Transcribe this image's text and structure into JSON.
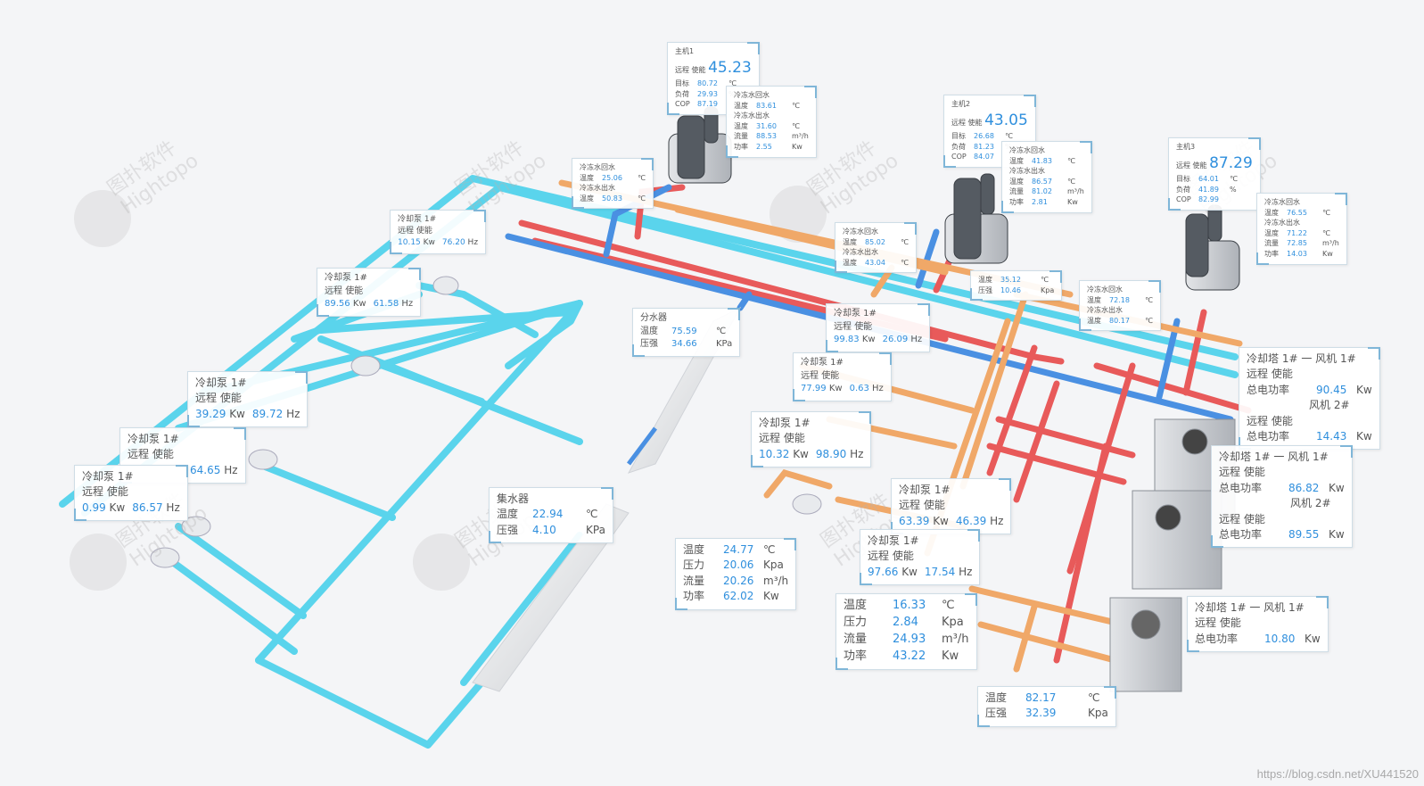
{
  "chillers": [
    {
      "name": "主机1",
      "mode": "远程",
      "enable": "使能",
      "big": "45.23",
      "target_label": "目标",
      "target": "80.72",
      "target_unit": "℃",
      "load_label": "负荷",
      "load": "29.93",
      "load_unit": "%",
      "cop_label": "COP",
      "cop": "87.19"
    },
    {
      "name": "主机2",
      "mode": "远程",
      "enable": "使能",
      "big": "43.05",
      "target_label": "目标",
      "target": "26.68",
      "target_unit": "℃",
      "load_label": "负荷",
      "load": "81.23",
      "load_unit": "%",
      "cop_label": "COP",
      "cop": "84.07"
    },
    {
      "name": "主机3",
      "mode": "远程",
      "enable": "使能",
      "big": "87.29",
      "target_label": "目标",
      "target": "64.01",
      "target_unit": "℃",
      "load_label": "负荷",
      "load": "41.89",
      "load_unit": "%",
      "cop_label": "COP",
      "cop": "82.99"
    }
  ],
  "chiller_water": [
    {
      "return_title": "冷冻水回水",
      "t_label": "温度",
      "return_temp": "83.61",
      "t_unit": "℃",
      "out_title": "冷冻水出水",
      "out_temp": "31.60",
      "f_label": "流量",
      "flow": "88.53",
      "f_unit": "m³/h",
      "p_label": "功率",
      "power": "2.55",
      "p_unit": "Kw"
    },
    {
      "return_title": "冷冻水回水",
      "t_label": "温度",
      "return_temp": "41.83",
      "t_unit": "℃",
      "out_title": "冷冻水出水",
      "out_temp": "86.57",
      "f_label": "流量",
      "flow": "81.02",
      "f_unit": "m³/h",
      "p_label": "功率",
      "power": "2.81",
      "p_unit": "Kw"
    },
    {
      "return_title": "冷冻水回水",
      "t_label": "温度",
      "return_temp": "76.55",
      "t_unit": "℃",
      "out_title": "冷冻水出水",
      "out_temp": "71.22",
      "f_label": "流量",
      "flow": "72.85",
      "f_unit": "m³/h",
      "p_label": "功率",
      "power": "14.03",
      "p_unit": "Kw"
    }
  ],
  "pipe_temps": [
    {
      "return_title": "冷冻水回水",
      "t_label": "温度",
      "return_temp": "25.06",
      "t_unit": "℃",
      "out_title": "冷冻水出水",
      "out_temp": "50.83"
    },
    {
      "return_title": "冷冻水回水",
      "t_label": "温度",
      "return_temp": "85.02",
      "t_unit": "℃",
      "out_title": "冷冻水出水",
      "out_temp": "43.04"
    },
    {
      "return_title": "冷冻水回水",
      "t_label": "温度",
      "return_temp": "72.18",
      "t_unit": "℃",
      "out_title": "冷冻水出水",
      "out_temp": "80.17"
    }
  ],
  "small_sensor": {
    "t_label": "温度",
    "temp": "35.12",
    "t_unit": "℃",
    "p_label": "压强",
    "pressure": "10.46",
    "p_unit": "Kpa"
  },
  "pumps_left": [
    {
      "title": "冷却泵 1#",
      "mode": "远程",
      "enable": "使能",
      "power": "10.15",
      "p_unit": "Kw",
      "freq": "76.20",
      "f_unit": "Hz"
    },
    {
      "title": "冷却泵 1#",
      "mode": "远程",
      "enable": "使能",
      "power": "89.56",
      "p_unit": "Kw",
      "freq": "61.58",
      "f_unit": "Hz"
    },
    {
      "title": "冷却泵 1#",
      "mode": "远程",
      "enable": "使能",
      "power": "39.29",
      "p_unit": "Kw",
      "freq": "89.72",
      "f_unit": "Hz"
    },
    {
      "title": "冷却泵 1#",
      "mode": "远程",
      "enable": "使能",
      "power": "",
      "p_unit": "",
      "freq": "64.65",
      "f_unit": "Hz"
    },
    {
      "title": "冷却泵 1#",
      "mode": "远程",
      "enable": "使能",
      "power": "0.99",
      "p_unit": "Kw",
      "freq": "86.57",
      "f_unit": "Hz"
    }
  ],
  "pumps_right": [
    {
      "title": "冷却泵 1#",
      "mode": "远程",
      "enable": "使能",
      "power": "99.83",
      "p_unit": "Kw",
      "freq": "26.09",
      "f_unit": "Hz"
    },
    {
      "title": "冷却泵 1#",
      "mode": "远程",
      "enable": "使能",
      "power": "77.99",
      "p_unit": "Kw",
      "freq": "0.63",
      "f_unit": "Hz"
    },
    {
      "title": "冷却泵 1#",
      "mode": "远程",
      "enable": "使能",
      "power": "10.32",
      "p_unit": "Kw",
      "freq": "98.90",
      "f_unit": "Hz"
    },
    {
      "title": "冷却泵 1#",
      "mode": "远程",
      "enable": "使能",
      "power": "63.39",
      "p_unit": "Kw",
      "freq": "46.39",
      "f_unit": "Hz"
    },
    {
      "title": "冷却泵 1#",
      "mode": "远程",
      "enable": "使能",
      "power": "97.66",
      "p_unit": "Kw",
      "freq": "17.54",
      "f_unit": "Hz"
    }
  ],
  "distributor": {
    "title": "分水器",
    "t_label": "温度",
    "temp": "75.59",
    "t_unit": "℃",
    "p_label": "压强",
    "pressure": "34.66",
    "p_unit": "KPa"
  },
  "collector": {
    "title": "集水器",
    "t_label": "温度",
    "temp": "22.94",
    "t_unit": "℃",
    "p_label": "压强",
    "pressure": "4.10",
    "p_unit": "KPa"
  },
  "flow_panels": [
    {
      "t_label": "温度",
      "temp": "24.77",
      "t_unit": "℃",
      "pr_label": "压力",
      "pressure": "20.06",
      "pr_unit": "Kpa",
      "f_label": "流量",
      "flow": "20.26",
      "f_unit": "m³/h",
      "pw_label": "功率",
      "power": "62.02",
      "pw_unit": "Kw"
    },
    {
      "t_label": "温度",
      "temp": "16.33",
      "t_unit": "℃",
      "pr_label": "压力",
      "pressure": "2.84",
      "pr_unit": "Kpa",
      "f_label": "流量",
      "flow": "24.93",
      "f_unit": "m³/h",
      "pw_label": "功率",
      "power": "43.22",
      "pw_unit": "Kw"
    }
  ],
  "bottom_sensor": {
    "t_label": "温度",
    "temp": "82.17",
    "t_unit": "℃",
    "p_label": "压强",
    "pressure": "32.39",
    "p_unit": "Kpa"
  },
  "towers": [
    {
      "title": "冷却塔 1# 一 风机 1#",
      "mode": "远程",
      "enable": "使能",
      "total_label": "总电功率",
      "power1": "90.45",
      "unit": "Kw",
      "fan2": "风机 2#",
      "mode2": "远程",
      "enable2": "使能",
      "total_label2": "总电功率",
      "power2": "14.43"
    },
    {
      "title": "冷却塔 1# 一 风机 1#",
      "mode": "远程",
      "enable": "使能",
      "total_label": "总电功率",
      "power1": "86.82",
      "unit": "Kw",
      "fan2": "风机 2#",
      "mode2": "远程",
      "enable2": "使能",
      "total_label2": "总电功率",
      "power2": "89.55"
    },
    {
      "title": "冷却塔 1# 一 风机 1#",
      "mode": "远程",
      "enable": "使能",
      "total_label": "总电功率",
      "power1": "10.80",
      "unit": "Kw"
    }
  ],
  "watermark": {
    "cn": "图扑软件",
    "en": "Hightopo"
  },
  "credit": "https://blog.csdn.net/XU441520",
  "colors": {
    "cyan": "#5ad4ec",
    "red": "#e85a5a",
    "blue": "#4a90e2",
    "orange": "#f0a868",
    "value": "#2f8fdd"
  }
}
